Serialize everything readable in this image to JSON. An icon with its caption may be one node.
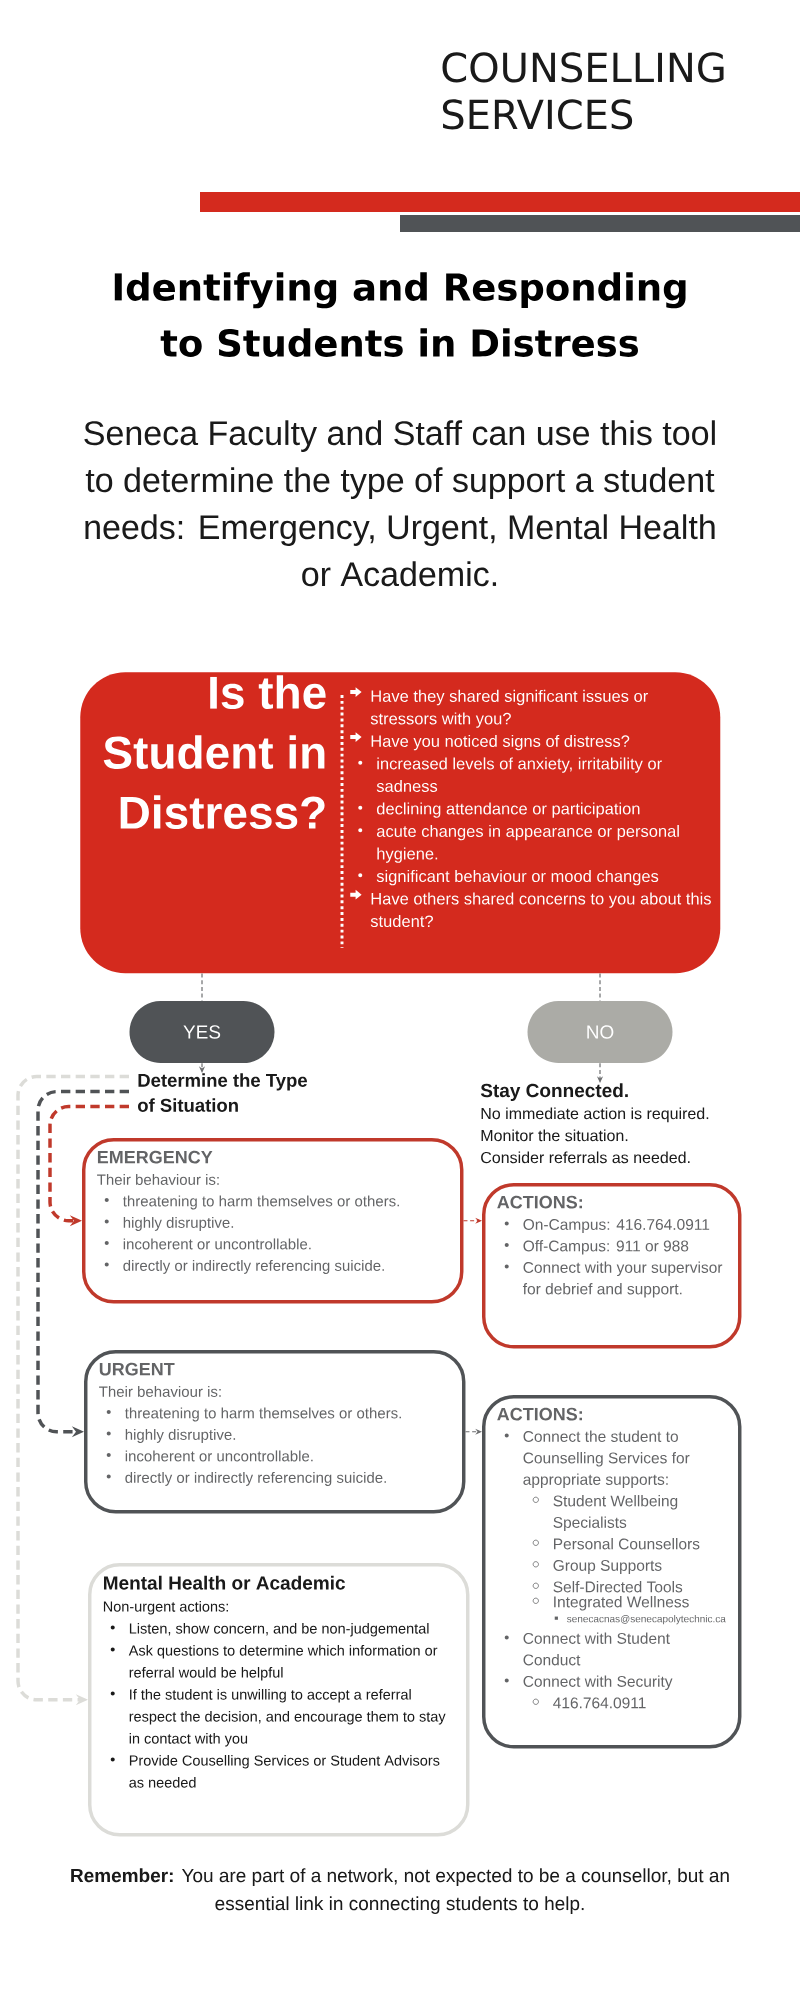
{
  "diagram": {
    "title": "Identifying and Responding to Students in Distress",
    "nodes": [
      {
        "text": [
          "Is the Student in Distress?",
          "Have they shared significant issues or stressors with you?",
          "Have you noticed signs of distress?",
          "increased levels of anxiety, irritability or sadness",
          "declining attendance or participation",
          "acute changes in appearance or personal hygiene.",
          "significant behaviour or mood changes",
          "Have others shared concerns to you about this student?"
        ]
      },
      {
        "text": [
          "YES"
        ]
      },
      {
        "text": [
          "NO"
        ]
      },
      {
        "text": [
          "Determine the Type of Situation"
        ]
      },
      {
        "text": [
          "Stay Connected.",
          "No immediate action is required.",
          "Monitor the situation.",
          "Consider referrals as needed."
        ]
      },
      {
        "text": [
          "EMERGENCY",
          "Their behaviour is:",
          "threatening to harm themselves or others.",
          "highly disruptive.",
          "incoherent or uncontrollable.",
          "directly or indirectly referencing suicide."
        ]
      },
      {
        "text": [
          "ACTIONS:",
          "On-Campus: 416.764.0911",
          "Off-Campus: 911 or 988",
          "Connect with your supervisor for debrief and support."
        ]
      },
      {
        "text": [
          "URGENT",
          "Their behaviour is:",
          "threatening to harm themselves or others.",
          "highly disruptive.",
          "incoherent or uncontrollable.",
          "directly or indirectly referencing suicide."
        ]
      },
      {
        "text": [
          "ACTIONS:",
          "Connect the student to Counselling Services for appropriate supports:",
          "Student Wellbeing Specialists",
          "Personal Counsellors",
          "Group Supports",
          "Self-Directed Tools",
          "Integrated Wellness",
          "senecacnas@senecapolytechnic.ca",
          "Connect with Student Conduct",
          "Connect with Security",
          "416.764.0911"
        ]
      },
      {
        "text": [
          "Mental Health or Academic",
          "Non-urgent actions:",
          "Listen, show concern, and be non-judgemental",
          "Ask questions to determine which information or referral would be helpful",
          "If the student is unwilling to accept a referral respect the decision, and encourage them to stay in contact with you",
          "Provide Couselling Services or Student Advisors as needed"
        ]
      }
    ],
    "edges": [
      {
        "from": 0,
        "to": 1,
        "arrow": "none",
        "style": "dashed"
      },
      {
        "from": 0,
        "to": 2,
        "arrow": "none",
        "style": "dashed"
      },
      {
        "from": 1,
        "to": 3,
        "arrow": "to",
        "style": "dashed"
      },
      {
        "from": 2,
        "to": 4,
        "arrow": "to",
        "style": "dashed"
      },
      {
        "from": 3,
        "to": 5,
        "arrow": "to",
        "style": "dashed",
        "color": "#c0392b"
      },
      {
        "from": 3,
        "to": 7,
        "arrow": "to",
        "style": "dashed",
        "color": "#505356"
      },
      {
        "from": 3,
        "to": 9,
        "arrow": "to",
        "style": "dashed",
        "color": "#dcdcd8"
      },
      {
        "from": 5,
        "to": 6,
        "arrow": "to",
        "style": "dashed",
        "color": "#c0392b"
      },
      {
        "from": 7,
        "to": 8,
        "arrow": "to",
        "style": "dashed"
      }
    ],
    "labels": [
      "COUNSELLING SERVICES",
      "Seneca Faculty and Staff can use this tool to determine the type of support a student needs: Emergency, Urgent, Mental Health or Academic.",
      "**Remember:** You are part of a network, not expected to be a counsellor, but an essential link in connecting students to help."
    ]
  }
}
